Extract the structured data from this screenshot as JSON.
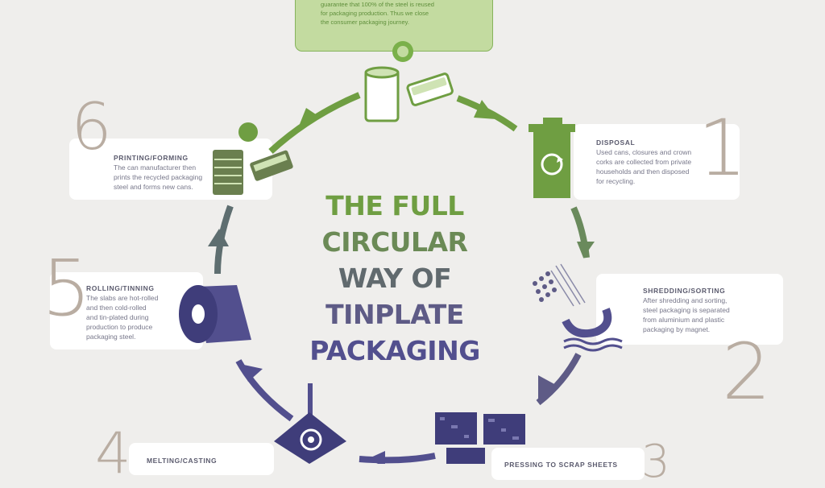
{
  "title": {
    "lines": [
      "THE FULL",
      "CIRCULAR",
      "WAY OF",
      "TINPLATE",
      "PACKAGING"
    ],
    "colors": [
      "#6f9e42",
      "#6b8a56",
      "#616a6e",
      "#5e5b86",
      "#524f8e"
    ]
  },
  "top_note": {
    "lines": [
      "guarantee that 100% of the steel is reused",
      "for packaging production. Thus we close",
      "the consumer packaging journey."
    ]
  },
  "steps": [
    {
      "number": "1",
      "title": "DISPOSAL",
      "lines": [
        "Used cans, closures and crown",
        "corks are collected from private",
        "households and then disposed",
        "for recycling."
      ]
    },
    {
      "number": "2",
      "title": "SHREDDING/SORTING",
      "lines": [
        "After shredding and sorting,",
        "steel packaging is separated",
        "from aluminium and plastic",
        "packaging by magnet."
      ]
    },
    {
      "number": "3",
      "title": "PRESSING TO SCRAP SHEETS",
      "lines": []
    },
    {
      "number": "4",
      "title": "MELTING/CASTING",
      "lines": []
    },
    {
      "number": "5",
      "title": "ROLLING/TINNING",
      "lines": [
        "The slabs are hot-rolled",
        "and then cold-rolled",
        "and tin-plated during",
        "production to produce",
        "packaging steel."
      ]
    },
    {
      "number": "6",
      "title": "PRINTING/FORMING",
      "lines": [
        "The can manufacturer then",
        "prints the recycled packaging",
        "steel and forms new cans."
      ]
    }
  ],
  "colors": {
    "green": "#6f9e42",
    "green_light": "#c3dba0",
    "purple": "#524f8e",
    "number_gray": "#b9ada2",
    "background": "#efeeec"
  },
  "icons": [
    "can-and-tin-icon",
    "recycling-bin-icon",
    "magnet-icon",
    "scrap-cubes-icon",
    "ladle-icon",
    "steel-roll-icon",
    "printed-cans-icon"
  ]
}
